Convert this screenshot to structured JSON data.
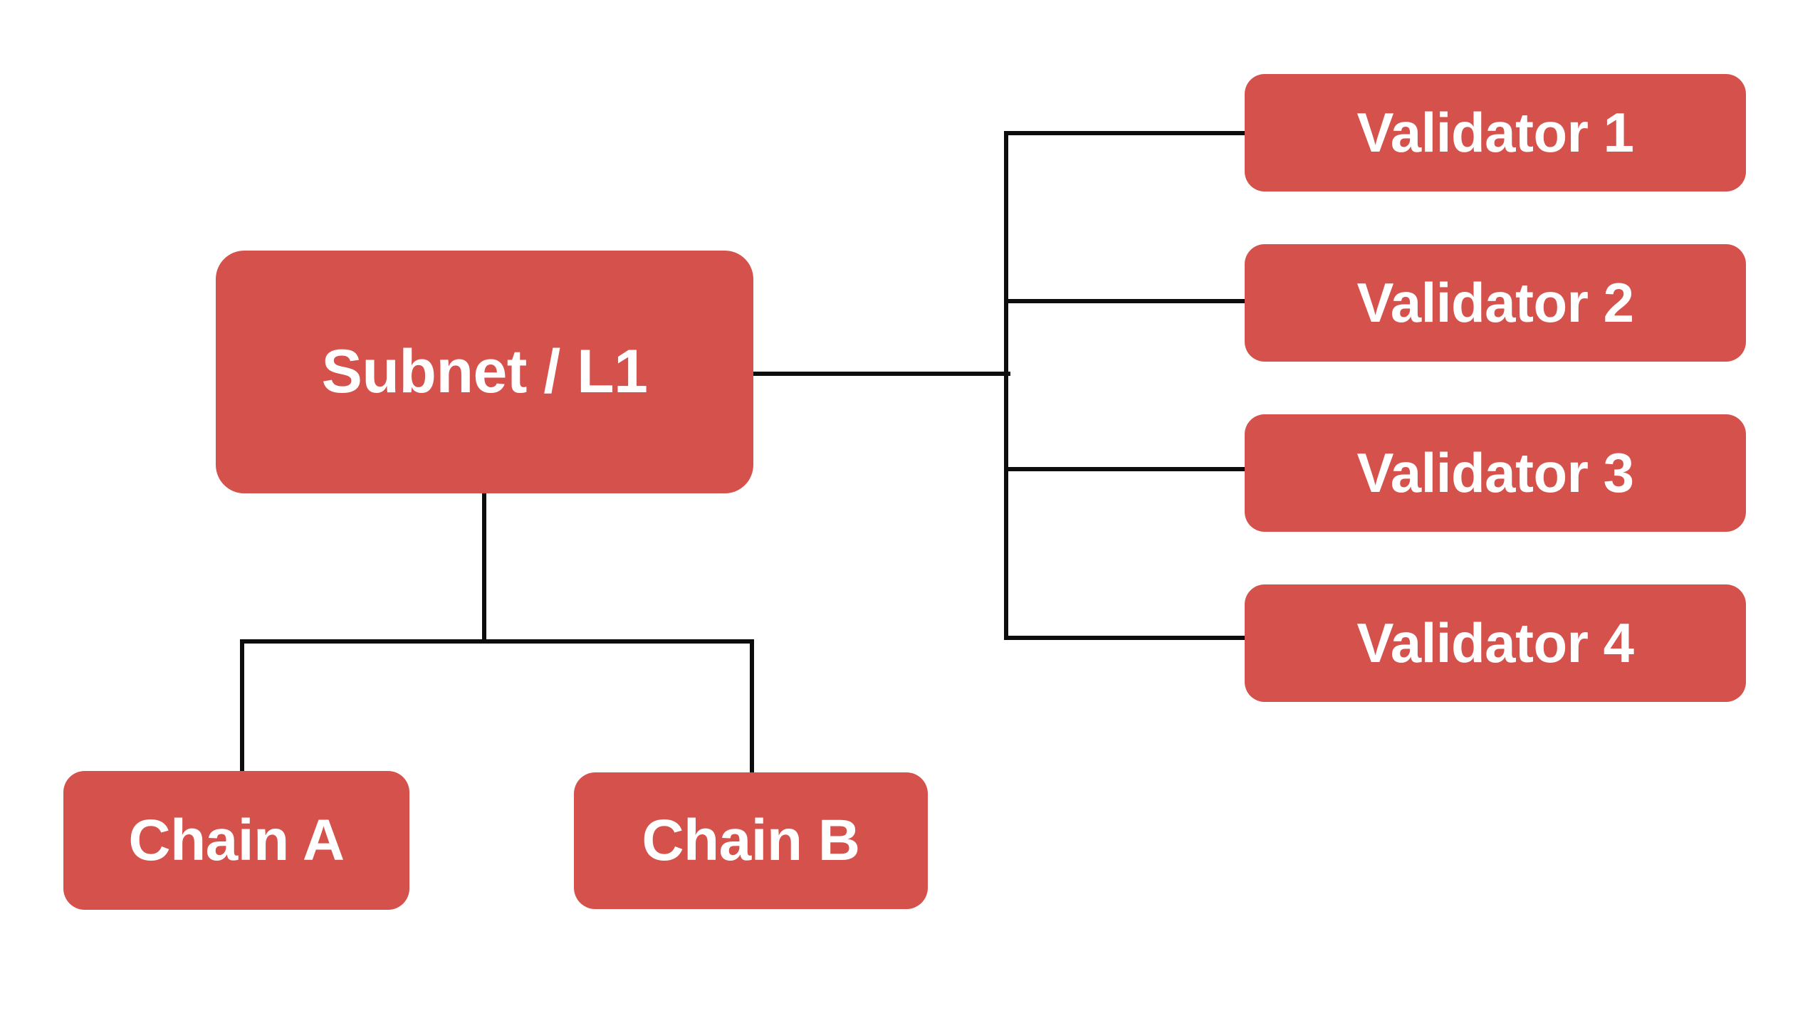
{
  "diagram": {
    "type": "flowchart",
    "background_color": "#ffffff",
    "node_fill_color": "#d5514b",
    "node_text_color": "#ffffff",
    "connector_color": "#0d0d0d",
    "nodes": {
      "subnet": {
        "label": "Subnet / L1"
      },
      "validator1": {
        "label": "Validator 1"
      },
      "validator2": {
        "label": "Validator 2"
      },
      "validator3": {
        "label": "Validator 3"
      },
      "validator4": {
        "label": "Validator 4"
      },
      "chainA": {
        "label": "Chain A"
      },
      "chainB": {
        "label": "Chain B"
      }
    },
    "edges": [
      {
        "from": "Subnet / L1",
        "to": "Validator 1"
      },
      {
        "from": "Subnet / L1",
        "to": "Validator 2"
      },
      {
        "from": "Subnet / L1",
        "to": "Validator 3"
      },
      {
        "from": "Subnet / L1",
        "to": "Validator 4"
      },
      {
        "from": "Subnet / L1",
        "to": "Chain A"
      },
      {
        "from": "Subnet / L1",
        "to": "Chain B"
      }
    ]
  }
}
